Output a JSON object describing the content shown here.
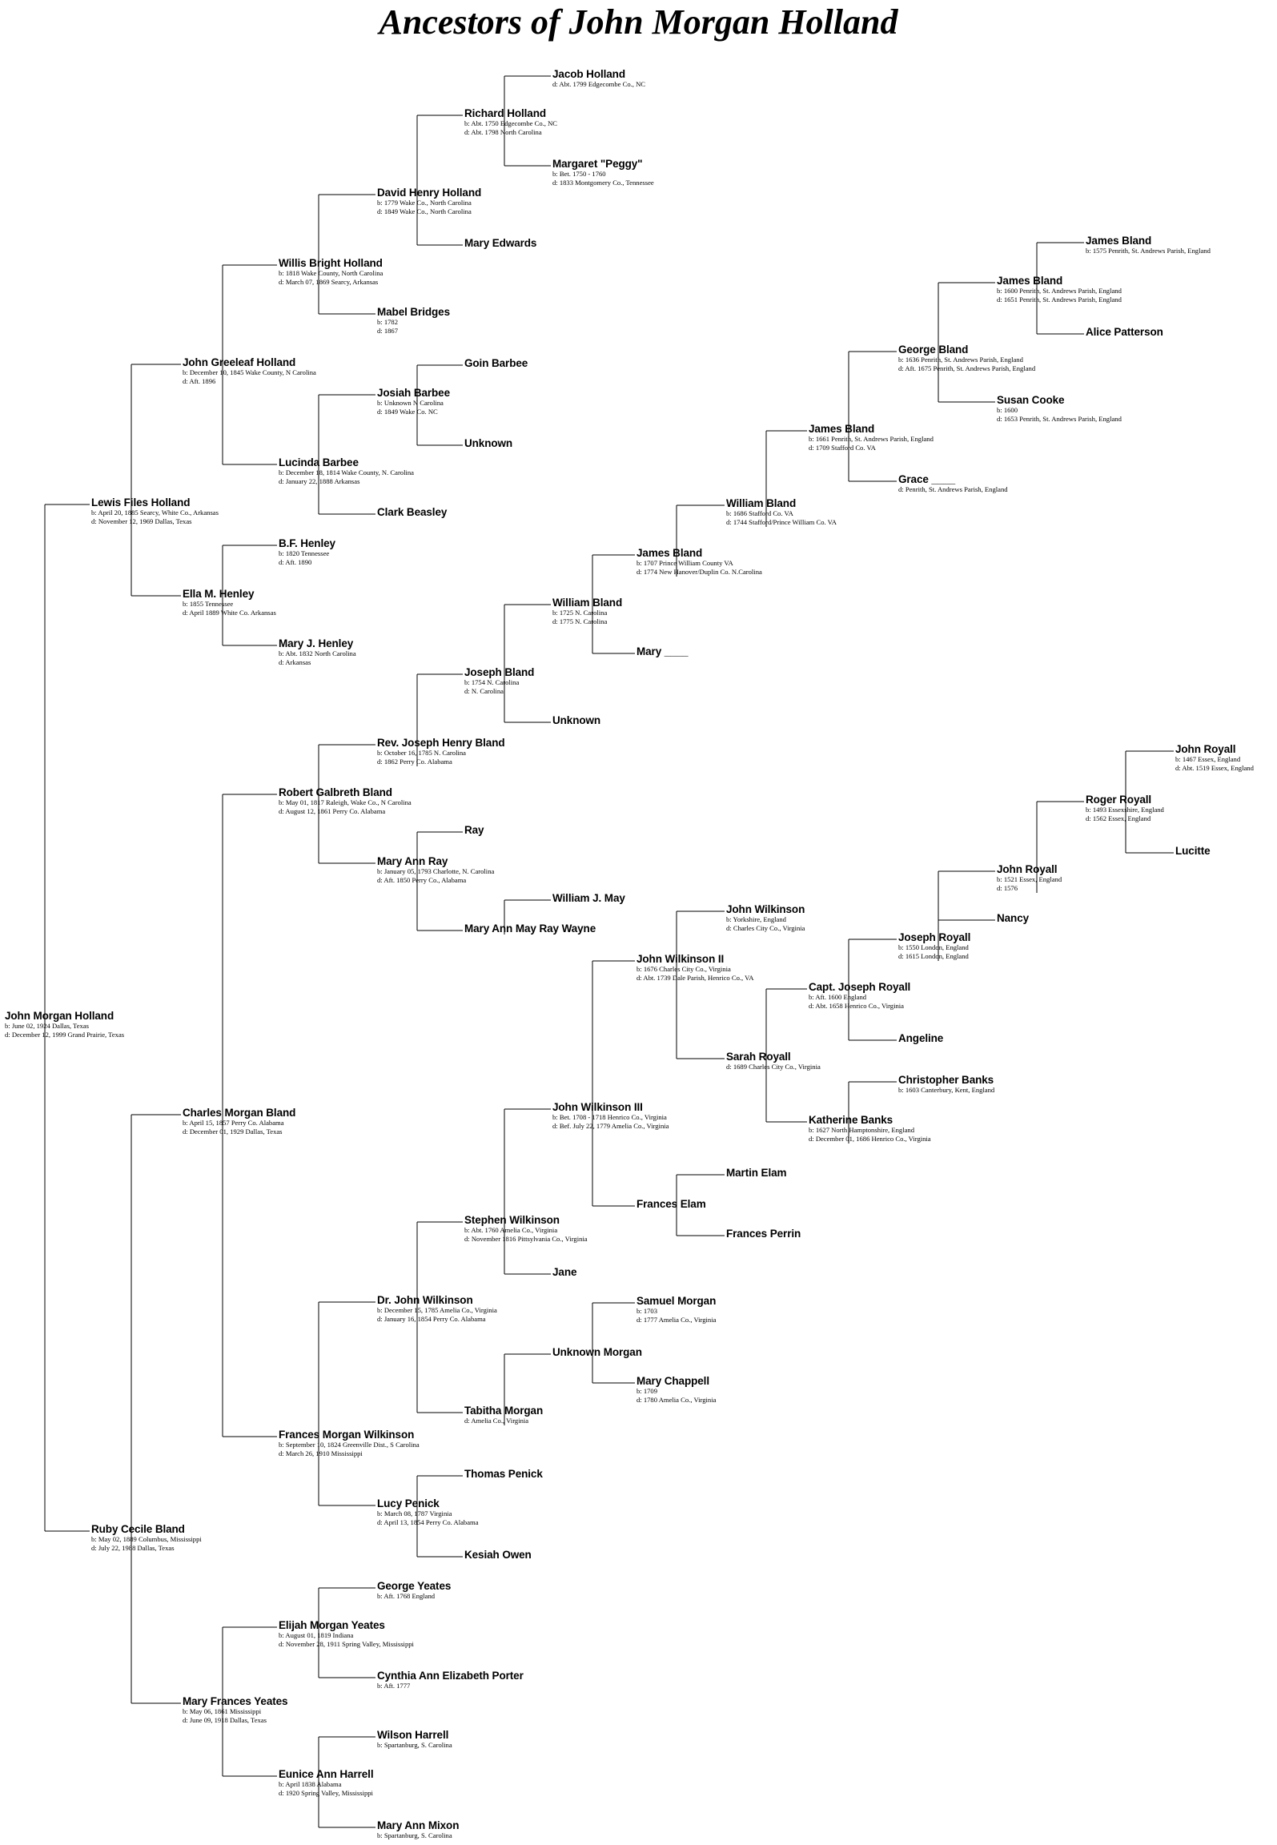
{
  "title": "Ancestors of John Morgan Holland",
  "people": [
    {
      "id": "p1",
      "name": "John Morgan Holland",
      "details": [
        "b: June 02, 1924 Dallas, Texas",
        "d: December 12, 1999 Grand Prairie, Texas"
      ]
    },
    {
      "id": "p2",
      "name": "Lewis Files Holland",
      "details": [
        "b: April 20, 1885 Searcy, White Co., Arkansas",
        "d: November 12, 1969 Dallas, Texas"
      ]
    },
    {
      "id": "p3",
      "name": "Ruby Cecile Bland",
      "details": [
        "b: May 02, 1889 Columbus, Mississippi",
        "d: July 22, 1988 Dallas, Texas"
      ]
    },
    {
      "id": "p4",
      "name": "John Greeleaf Holland",
      "details": [
        "b: December 10, 1845 Wake County, N Carolina",
        "d: Aft. 1896"
      ]
    },
    {
      "id": "p5",
      "name": "Ella M. Henley",
      "details": [
        "b: 1855 Tennessee",
        "d: April 1889 White Co. Arkansas"
      ]
    },
    {
      "id": "p6",
      "name": "Charles Morgan Bland",
      "details": [
        "b: April 15, 1857 Perry Co. Alabama",
        "d: December 01, 1929 Dallas, Texas"
      ]
    },
    {
      "id": "p7",
      "name": "Mary Frances Yeates",
      "details": [
        "b: May 06, 1861 Mississippi",
        "d: June 09, 1918 Dallas, Texas"
      ]
    },
    {
      "id": "p8",
      "name": "Willis Bright Holland",
      "details": [
        "b: 1818 Wake County, North Carolina",
        "d: March 07, 1869 Searcy, Arkansas"
      ]
    },
    {
      "id": "p9",
      "name": "Lucinda Barbee",
      "details": [
        "b: December 18, 1814 Wake County, N. Carolina",
        "d: January 22, 1888 Arkansas"
      ]
    },
    {
      "id": "p10",
      "name": "B.F. Henley",
      "details": [
        "b: 1820 Tennessee",
        "d: Aft. 1890"
      ]
    },
    {
      "id": "p11",
      "name": "Mary J. Henley",
      "details": [
        "b: Abt. 1832 North Carolina",
        "d: Arkansas"
      ]
    },
    {
      "id": "p12",
      "name": "Robert Galbreth Bland",
      "details": [
        "b: May 01, 1817 Raleigh, Wake Co., N Carolina",
        "d: August 12, 1861 Perry Co. Alabama"
      ]
    },
    {
      "id": "p13",
      "name": "Frances Morgan Wilkinson",
      "details": [
        "b: September 10, 1824 Greenville Dist., S Carolina",
        "d: March 26, 1910 Mississippi"
      ]
    },
    {
      "id": "p14",
      "name": "Elijah Morgan Yeates",
      "details": [
        "b: August 01, 1819 Indiana",
        "d: November 28, 1911 Spring Valley, Mississippi"
      ]
    },
    {
      "id": "p15",
      "name": "Eunice Ann Harrell",
      "details": [
        "b: April 1838 Alabama",
        "d: 1920 Spring Valley, Mississippi"
      ]
    },
    {
      "id": "p16",
      "name": "David Henry Holland",
      "details": [
        "b: 1779 Wake Co., North Carolina",
        "d: 1849 Wake Co., North Carolina"
      ]
    },
    {
      "id": "p17",
      "name": "Mabel Bridges",
      "details": [
        "b: 1782",
        "d: 1867"
      ]
    },
    {
      "id": "p18",
      "name": "Josiah Barbee",
      "details": [
        "b: Unknown N Carolina",
        "d: 1849 Wake Co. NC"
      ]
    },
    {
      "id": "p19",
      "name": "Clark Beasley",
      "details": []
    },
    {
      "id": "p24",
      "name": "Rev. Joseph Henry Bland",
      "details": [
        "b: October 16, 1785 N. Carolina",
        "d: 1862 Perry Co. Alabama"
      ]
    },
    {
      "id": "p25",
      "name": "Mary Ann Ray",
      "details": [
        "b: January 05, 1793 Charlotte, N. Carolina",
        "d: Aft. 1850 Perry Co., Alabama"
      ]
    },
    {
      "id": "p26",
      "name": "Dr. John Wilkinson",
      "details": [
        "b: December 15, 1785 Amelia Co., Virginia",
        "d: January 16, 1854 Perry Co. Alabama"
      ]
    },
    {
      "id": "p27",
      "name": "Lucy Penick",
      "details": [
        "b: March 08, 1787 Virginia",
        "d: April 13, 1854 Perry Co. Alabama"
      ]
    },
    {
      "id": "p28",
      "name": "George Yeates",
      "details": [
        "b: Aft. 1768 England"
      ]
    },
    {
      "id": "p29",
      "name": "Cynthia Ann Elizabeth Porter",
      "details": [
        "b: Aft. 1777"
      ]
    },
    {
      "id": "p30",
      "name": "Wilson Harrell",
      "details": [
        "b: Spartanburg, S. Carolina"
      ]
    },
    {
      "id": "p31",
      "name": "Mary Ann Mixon",
      "details": [
        "b: Spartanburg, S. Carolina"
      ]
    },
    {
      "id": "p32",
      "name": "Richard Holland",
      "details": [
        "b: Abt. 1750 Edgecombe Co., NC",
        "d: Abt. 1798 North Carolina"
      ]
    },
    {
      "id": "p33",
      "name": "Mary Edwards",
      "details": []
    },
    {
      "id": "p36",
      "name": "Goin Barbee",
      "details": []
    },
    {
      "id": "p37",
      "name": "Unknown",
      "details": []
    },
    {
      "id": "p48",
      "name": "Joseph Bland",
      "details": [
        "b: 1754 N. Carolina",
        "d: N. Carolina"
      ]
    },
    {
      "id": "p50",
      "name": "Ray",
      "details": []
    },
    {
      "id": "p51",
      "name": "Mary Ann May Ray Wayne",
      "details": []
    },
    {
      "id": "p52",
      "name": "Stephen Wilkinson",
      "details": [
        "b: Abt. 1760 Amelia Co., Virginia",
        "d: November 1816 Pittsylvania Co., Virginia"
      ]
    },
    {
      "id": "p53",
      "name": "Tabitha Morgan",
      "details": [
        "d: Amelia Co., Virginia"
      ]
    },
    {
      "id": "p54",
      "name": "Thomas Penick",
      "details": []
    },
    {
      "id": "p55",
      "name": "Kesiah Owen",
      "details": []
    },
    {
      "id": "p64",
      "name": "Jacob Holland",
      "details": [
        "d: Abt. 1799 Edgecombe Co., NC"
      ]
    },
    {
      "id": "p65",
      "name": "Margaret \"Peggy\"",
      "details": [
        "b: Bet. 1750 - 1760",
        "d: 1833 Montgomery Co., Tennessee"
      ]
    },
    {
      "id": "p96",
      "name": "William Bland",
      "details": [
        "b: 1725 N. Carolina",
        "d: 1775 N. Carolina"
      ]
    },
    {
      "id": "p97",
      "name": "Unknown",
      "details": []
    },
    {
      "id": "p103",
      "name": "William J. May",
      "details": []
    },
    {
      "id": "p104",
      "name": "John Wilkinson III",
      "details": [
        "b: Bet. 1708 - 1718 Henrico Co., Virginia",
        "d: Bef. July 22, 1779 Amelia Co., Virginia"
      ]
    },
    {
      "id": "p105",
      "name": "Jane",
      "details": []
    },
    {
      "id": "p106",
      "name": "Unknown Morgan",
      "details": []
    },
    {
      "id": "p192",
      "name": "James Bland",
      "details": [
        "b: 1707 Prince William County  VA",
        "d: 1774 New Hanover/Duplin Co. N.Carolina"
      ]
    },
    {
      "id": "p193",
      "name": "Mary ____",
      "details": []
    },
    {
      "id": "p208",
      "name": "John Wilkinson II",
      "details": [
        "b: 1676 Charles City Co., Virginia",
        "d: Abt. 1739 Dale Parish, Henrico Co., VA"
      ]
    },
    {
      "id": "p209",
      "name": "Frances Elam",
      "details": []
    },
    {
      "id": "p212",
      "name": "Samuel Morgan",
      "details": [
        "b: 1703",
        "d: 1777 Amelia Co., Virginia"
      ]
    },
    {
      "id": "p213",
      "name": "Mary Chappell",
      "details": [
        "b: 1709",
        "d: 1780 Amelia Co., Virginia"
      ]
    },
    {
      "id": "p384",
      "name": "William Bland",
      "details": [
        "b: 1686 Stafford Co. VA",
        "d: 1744 Stafford/Prince William Co.  VA"
      ]
    },
    {
      "id": "p416",
      "name": "John Wilkinson",
      "details": [
        "b: Yorkshire, England",
        "d: Charles City Co., Virginia"
      ]
    },
    {
      "id": "p417",
      "name": "Sarah Royall",
      "details": [
        "d: 1689 Charles City Co., Virginia"
      ]
    },
    {
      "id": "p418",
      "name": "Martin Elam",
      "details": []
    },
    {
      "id": "p419",
      "name": "Frances Perrin",
      "details": []
    },
    {
      "id": "p768",
      "name": "James Bland",
      "details": [
        "b: 1661 Penrith, St. Andrews Parish, England",
        "d: 1709 Stafford Co. VA"
      ]
    },
    {
      "id": "p834",
      "name": "Capt. Joseph Royall",
      "details": [
        "b: Aft. 1600 England",
        "d: Abt. 1658 Henrico Co., Virginia"
      ]
    },
    {
      "id": "p835",
      "name": "Katherine Banks",
      "details": [
        "b: 1627 North Hamptonshire, England",
        "d: December 01, 1686 Henrico Co., Virginia"
      ]
    },
    {
      "id": "p1536",
      "name": "George Bland",
      "details": [
        "b: 1636 Penrith, St. Andrews Parish, England",
        "d: Aft. 1675 Penrith, St. Andrews Parish, England"
      ]
    },
    {
      "id": "p1537",
      "name": "Grace ____",
      "details": [
        "d: Penrith, St. Andrews Parish, England"
      ]
    },
    {
      "id": "p1668",
      "name": "Joseph Royall",
      "details": [
        "b: 1550 London, England",
        "d: 1615 London, England"
      ]
    },
    {
      "id": "p1669",
      "name": "Angeline",
      "details": []
    },
    {
      "id": "p1670",
      "name": "Christopher Banks",
      "details": [
        "b: 1603 Canterbury, Kent, England"
      ]
    },
    {
      "id": "p3072",
      "name": "James Bland",
      "details": [
        "b: 1600 Penrith, St. Andrews Parish, England",
        "d: 1651 Penrith, St. Andrews Parish, England"
      ]
    },
    {
      "id": "p3073",
      "name": "Susan Cooke",
      "details": [
        "b: 1600",
        "d: 1653 Penrith, St. Andrews Parish, England"
      ]
    },
    {
      "id": "p3336",
      "name": "John Royall",
      "details": [
        "b: 1521 Essex, England",
        "d: 1576"
      ]
    },
    {
      "id": "p3337",
      "name": "Nancy",
      "details": []
    },
    {
      "id": "p6144",
      "name": "James Bland",
      "details": [
        "b: 1575 Penrith, St. Andrews Parish, England"
      ]
    },
    {
      "id": "p6145",
      "name": "Alice Patterson",
      "details": []
    },
    {
      "id": "p6672",
      "name": "Roger Royall",
      "details": [
        "b: 1493 Essexshire, England",
        "d: 1562 Essex, England"
      ]
    },
    {
      "id": "p13344",
      "name": "John Royall",
      "details": [
        "b: 1467 Essex, England",
        "d: Abt. 1519 Essex, England"
      ]
    },
    {
      "id": "p13345",
      "name": "Lucitte",
      "details": []
    }
  ],
  "relations": [
    {
      "child": "p1",
      "father": "p2",
      "mother": "p3"
    },
    {
      "child": "p2",
      "father": "p4",
      "mother": "p5"
    },
    {
      "child": "p3",
      "father": "p6",
      "mother": "p7"
    },
    {
      "child": "p4",
      "father": "p8",
      "mother": "p9"
    },
    {
      "child": "p5",
      "father": "p10",
      "mother": "p11"
    },
    {
      "child": "p6",
      "father": "p12",
      "mother": "p13"
    },
    {
      "child": "p7",
      "father": "p14",
      "mother": "p15"
    },
    {
      "child": "p8",
      "father": "p16",
      "mother": "p17"
    },
    {
      "child": "p9",
      "father": "p18",
      "mother": "p19"
    },
    {
      "child": "p12",
      "father": "p24",
      "mother": "p25"
    },
    {
      "child": "p13",
      "father": "p26",
      "mother": "p27"
    },
    {
      "child": "p14",
      "father": "p28",
      "mother": "p29"
    },
    {
      "child": "p15",
      "father": "p30",
      "mother": "p31"
    },
    {
      "child": "p16",
      "father": "p32",
      "mother": "p33"
    },
    {
      "child": "p18",
      "father": "p36",
      "mother": "p37"
    },
    {
      "child": "p24",
      "father": "p48"
    },
    {
      "child": "p25",
      "father": "p50",
      "mother": "p51"
    },
    {
      "child": "p26",
      "father": "p52",
      "mother": "p53"
    },
    {
      "child": "p27",
      "father": "p54",
      "mother": "p55"
    },
    {
      "child": "p32",
      "father": "p64",
      "mother": "p65"
    },
    {
      "child": "p48",
      "father": "p96",
      "mother": "p97"
    },
    {
      "child": "p51",
      "father": "p103"
    },
    {
      "child": "p52",
      "father": "p104",
      "mother": "p105"
    },
    {
      "child": "p53",
      "father": "p106"
    },
    {
      "child": "p96",
      "father": "p192",
      "mother": "p193"
    },
    {
      "child": "p104",
      "father": "p208",
      "mother": "p209"
    },
    {
      "child": "p106",
      "father": "p212",
      "mother": "p213"
    },
    {
      "child": "p192",
      "father": "p384"
    },
    {
      "child": "p208",
      "father": "p416",
      "mother": "p417"
    },
    {
      "child": "p209",
      "father": "p418",
      "mother": "p419"
    },
    {
      "child": "p384",
      "father": "p768"
    },
    {
      "child": "p417",
      "father": "p834",
      "mother": "p835"
    },
    {
      "child": "p768",
      "father": "p1536",
      "mother": "p1537"
    },
    {
      "child": "p834",
      "father": "p1668",
      "mother": "p1669"
    },
    {
      "child": "p835",
      "father": "p1670"
    },
    {
      "child": "p1536",
      "father": "p3072",
      "mother": "p3073"
    },
    {
      "child": "p1668",
      "father": "p3336",
      "mother": "p3337"
    },
    {
      "child": "p3072",
      "father": "p6144",
      "mother": "p6145"
    },
    {
      "child": "p3336",
      "father": "p6672"
    },
    {
      "child": "p6672",
      "father": "p13344",
      "mother": "p13345"
    }
  ]
}
